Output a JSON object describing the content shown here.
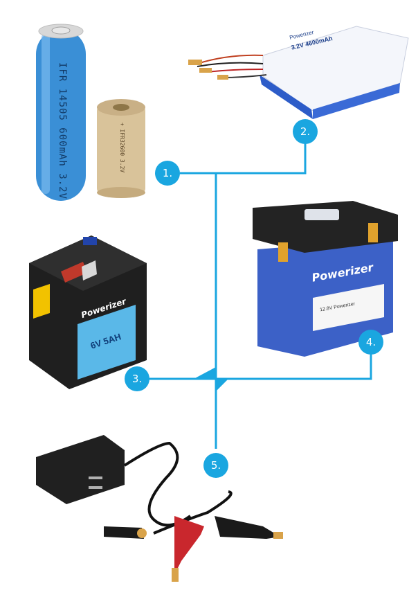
{
  "colors": {
    "accent": "#1aa6e0",
    "white": "#ffffff"
  },
  "markers": [
    {
      "id": "1",
      "label": "1."
    },
    {
      "id": "2",
      "label": "2."
    },
    {
      "id": "3",
      "label": "3."
    },
    {
      "id": "4",
      "label": "4."
    },
    {
      "id": "5",
      "label": "5."
    }
  ],
  "products": {
    "cylindrical_cell": {
      "print": "IFR 14505 600mAh 3.2V"
    },
    "small_cell": {
      "print": "+ IFR32600 3.2V"
    },
    "battery_pack": {
      "print_line1": "Powerizer",
      "print_line2": "3.2V 4600mAh"
    },
    "lead_acid_battery": {
      "brand": "Powerizer",
      "label": "6V 5AH"
    },
    "lithium_12v_battery": {
      "brand": "Powerizer",
      "label": "12.8V  Powerizer"
    }
  },
  "icons": [
    "charger-icon",
    "alligator-clip-icon"
  ]
}
